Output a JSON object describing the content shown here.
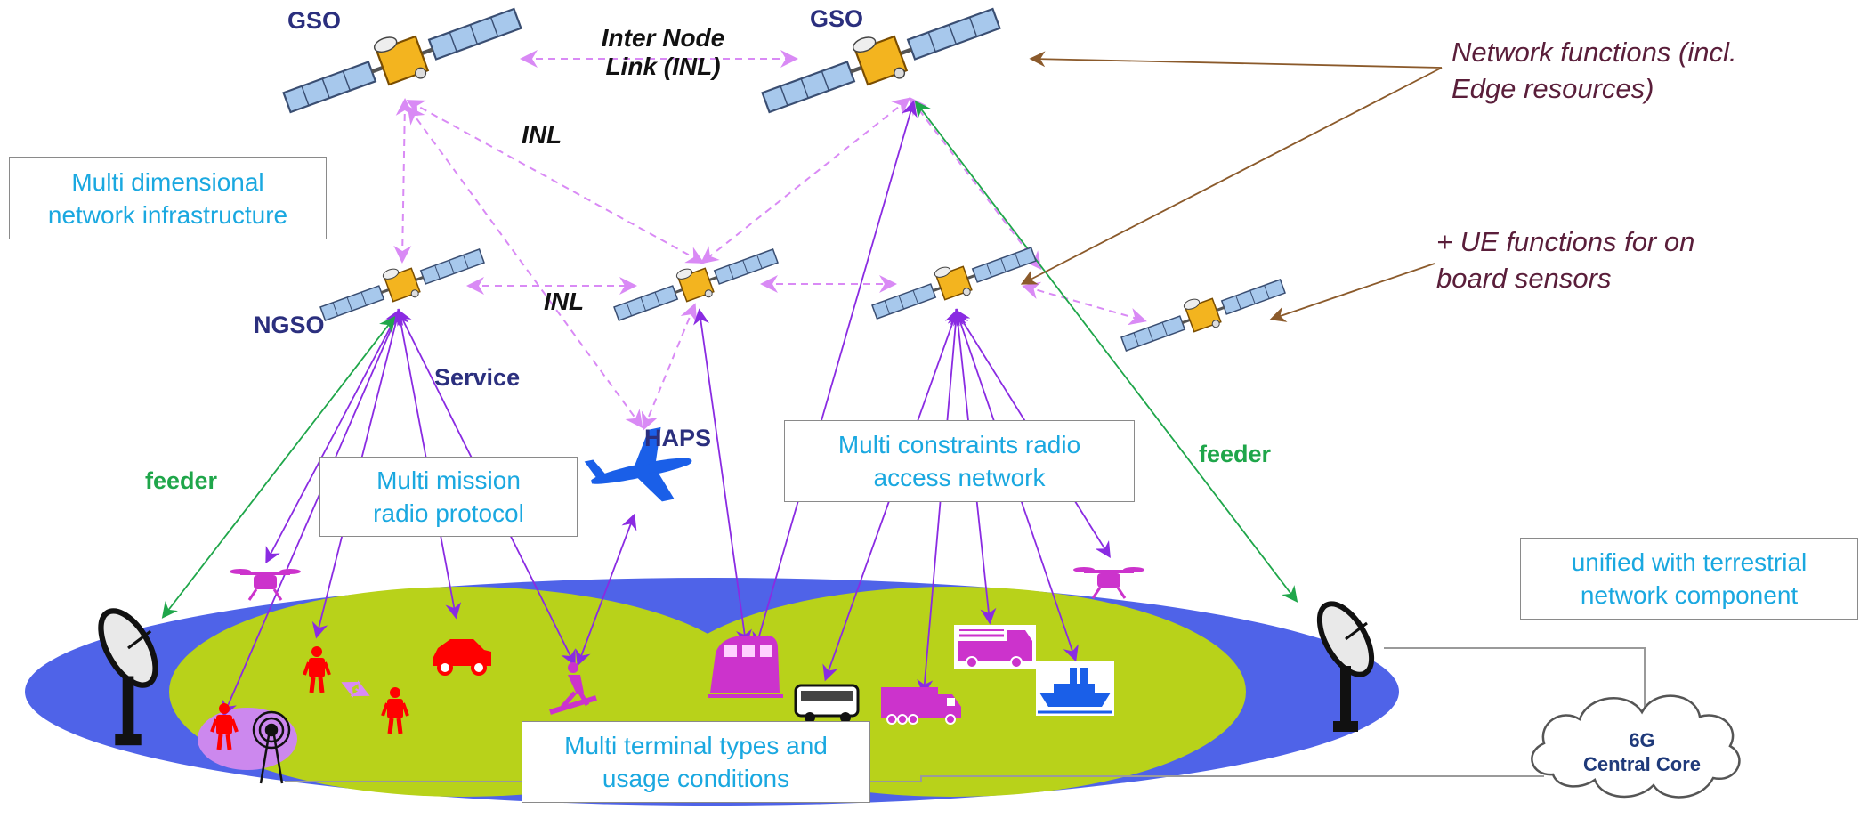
{
  "labels": {
    "gso_left": "GSO",
    "gso_right": "GSO",
    "inter_node_link": [
      "Inter Node",
      "Link (INL)"
    ],
    "inl_top": "INL",
    "inl_mid": "INL",
    "ngso": "NGSO",
    "service": "Service",
    "haps": "HAPS",
    "feeder_left": "feeder",
    "feeder_right": "feeder"
  },
  "annotations": {
    "network_functions": [
      "Network functions (incl.",
      "Edge resources)"
    ],
    "ue_functions": [
      "+ UE functions for on",
      "board sensors"
    ]
  },
  "boxes": {
    "multi_dimensional": [
      "Multi dimensional",
      "network infrastructure"
    ],
    "multi_mission": [
      "Multi mission",
      "radio protocol"
    ],
    "multi_constraints": [
      "Multi constraints radio",
      "access network"
    ],
    "multi_terminal": [
      "Multi terminal types and",
      "usage conditions"
    ],
    "unified_terrestrial": [
      "unified with terrestrial",
      "network component"
    ]
  },
  "core": [
    "6G",
    "Central Core"
  ],
  "colors": {
    "inl_dashed": "#d98af5",
    "service_link": "#8a2be2",
    "feeder": "#1fa64a",
    "annotation_arrow": "#8b5a2b",
    "ground_outer": "#4f63e8",
    "ground_inner": "#b8d21a",
    "terminals_red": "#ff0000",
    "terminals_magenta": "#cc33cc"
  }
}
